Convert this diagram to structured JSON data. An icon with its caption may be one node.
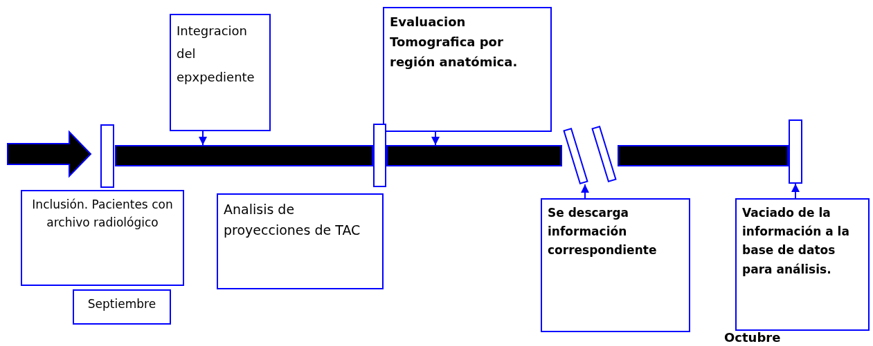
{
  "diagram": {
    "nodes": [
      {
        "text": [],
        "shape": "bar"
      },
      {
        "text": [],
        "shape": "bar"
      },
      {
        "text": [],
        "shape": "bar"
      },
      {
        "text": [
          "Integracion del epxpediente"
        ]
      },
      {
        "text": [
          "Evaluacion Tomografica por región anatómica."
        ]
      },
      {
        "text": [],
        "shape": "box"
      },
      {
        "text": [],
        "shape": "box"
      },
      {
        "text": [],
        "shape": "box"
      },
      {
        "text": [],
        "shape": "box"
      },
      {
        "text": [],
        "shape": "box"
      },
      {
        "text": [
          "Inclusión. Pacientes con archivo radiológico"
        ]
      },
      {
        "text": [
          "Septiembre"
        ]
      },
      {
        "text": [
          "Analisis de proyecciones de TAC"
        ]
      },
      {
        "text": [
          "Se descarga información correspondiente"
        ]
      },
      {
        "text": [
          "Vaciado de la información a la base de datos para análisis."
        ]
      }
    ],
    "edges": [
      {
        "from": 3,
        "to": 0,
        "arrow": "to"
      },
      {
        "from": 4,
        "to": 1,
        "arrow": "to"
      },
      {
        "from": 13,
        "to": 7,
        "arrow": "to"
      },
      {
        "from": 14,
        "to": 9,
        "arrow": "to"
      }
    ],
    "labels": [
      "Octubre"
    ]
  }
}
